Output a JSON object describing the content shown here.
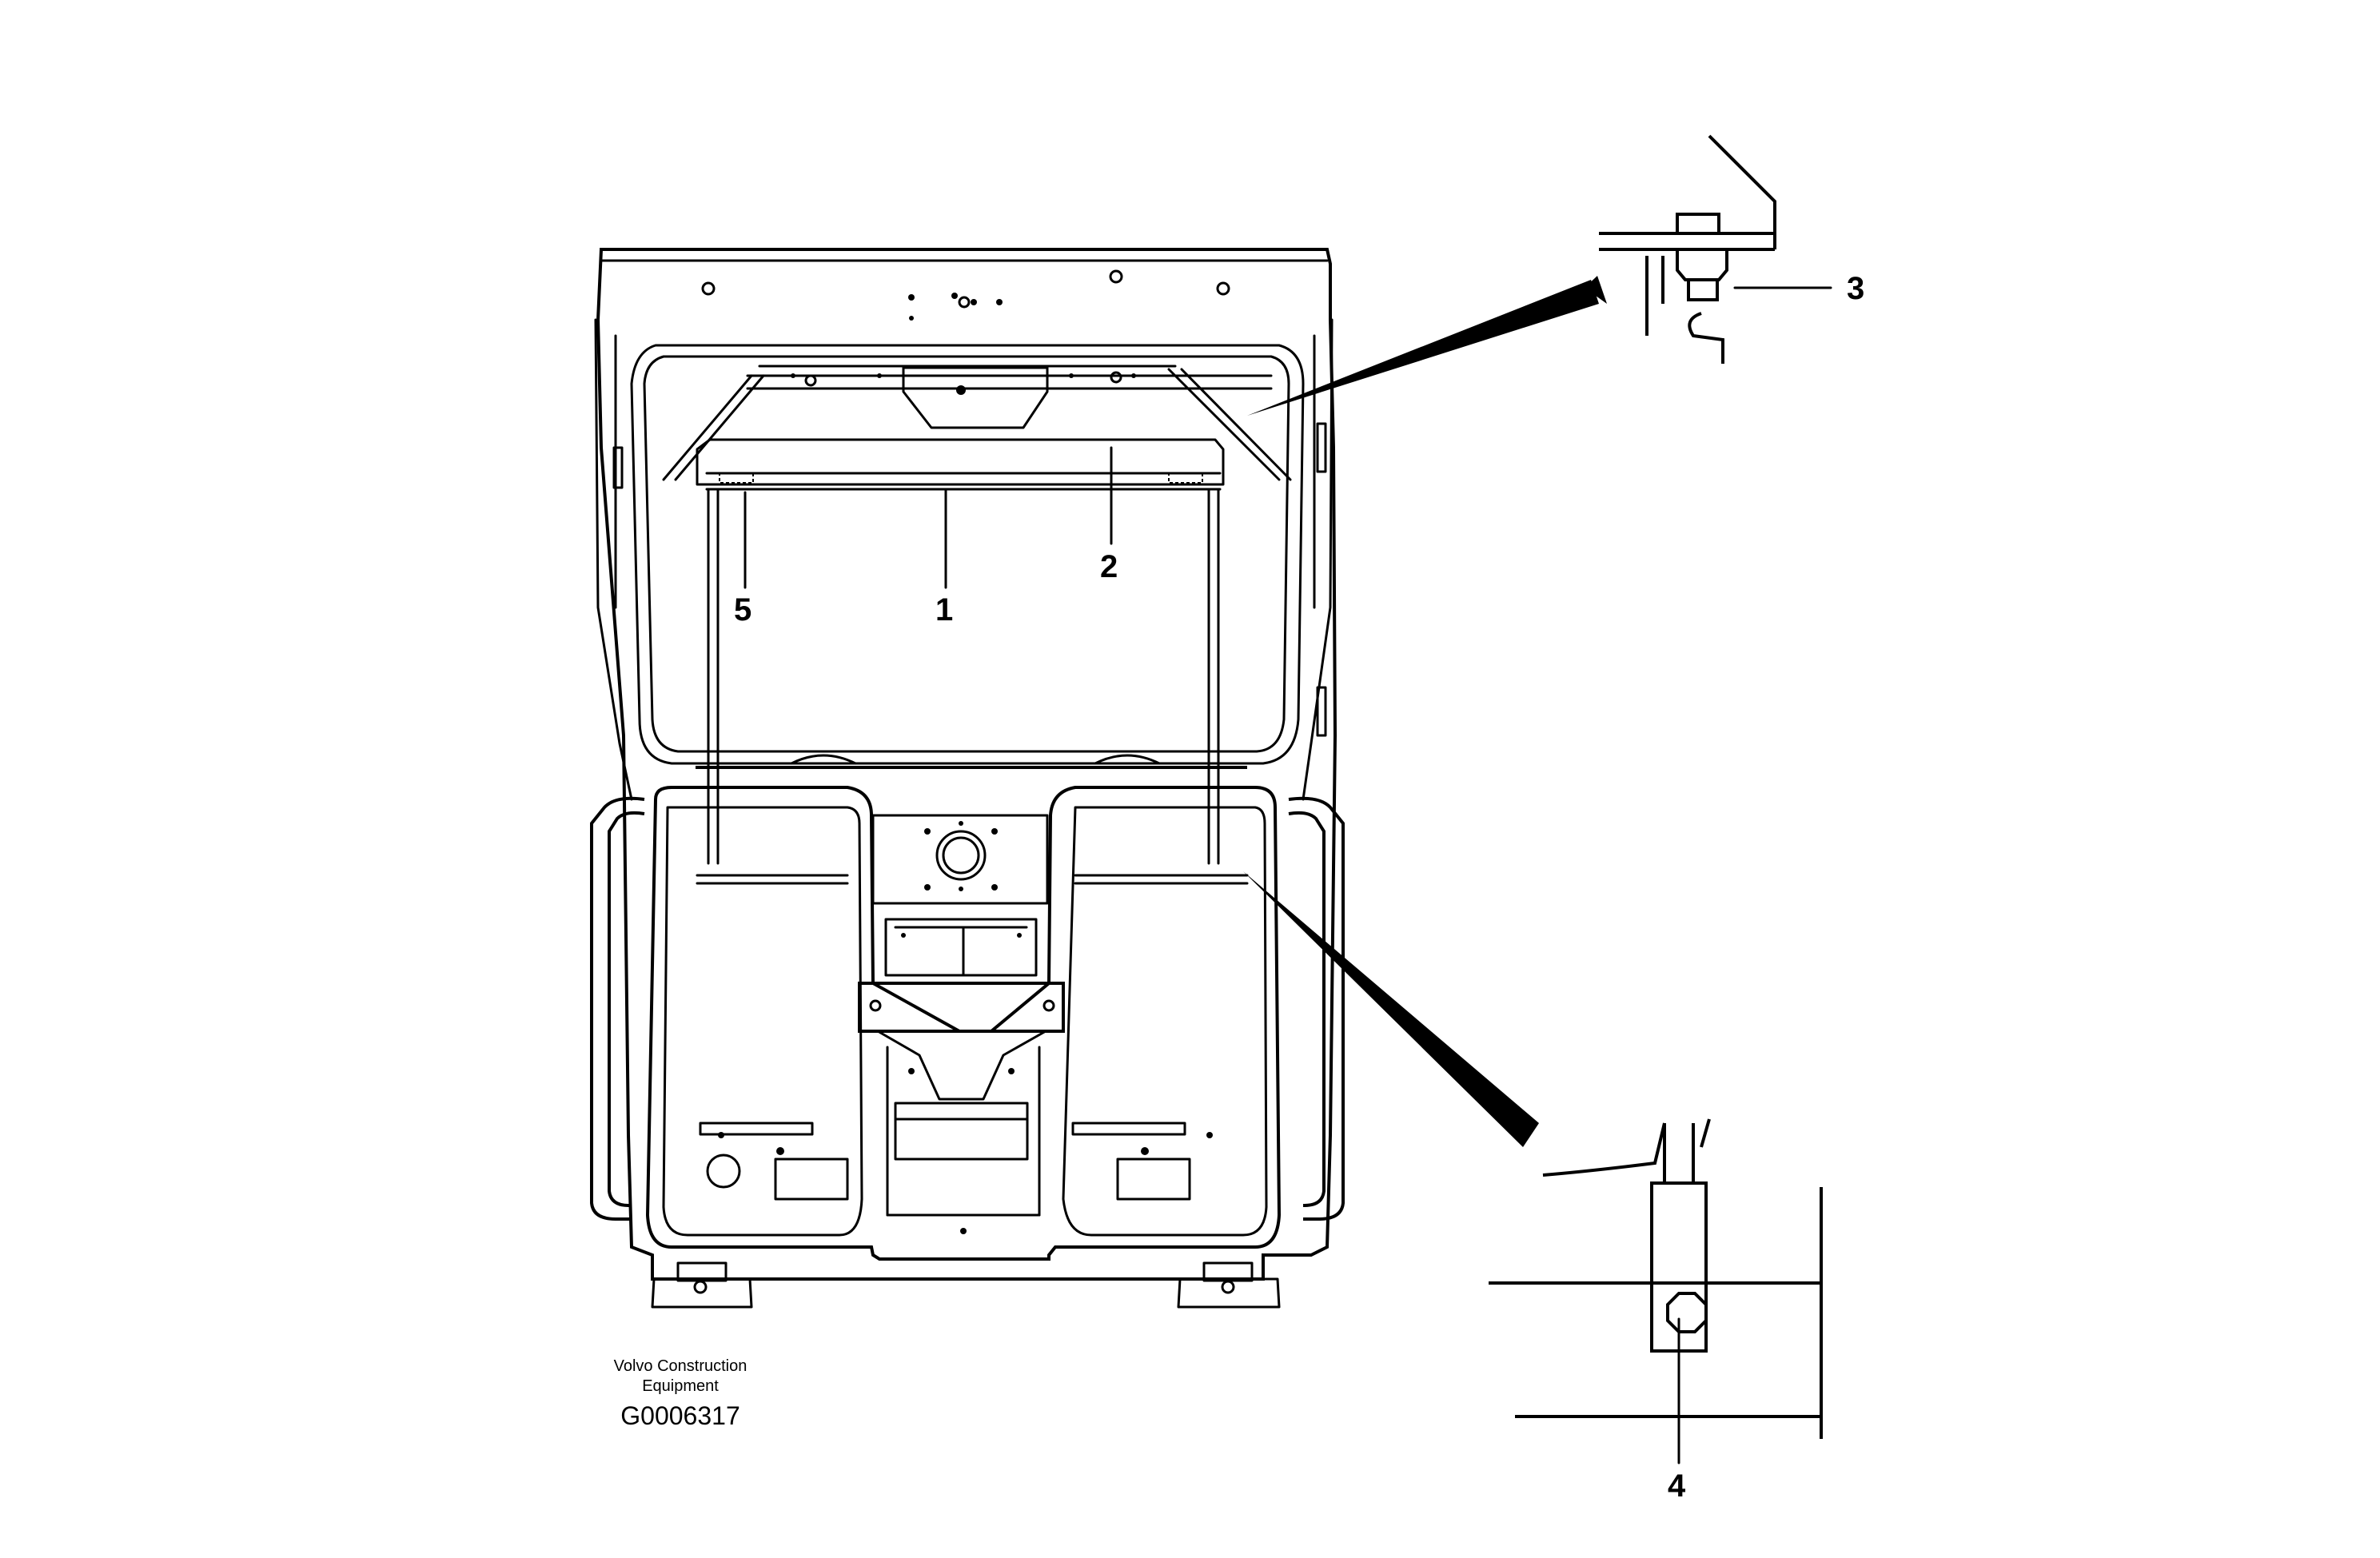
{
  "callouts": {
    "c1": "1",
    "c2": "2",
    "c3": "3",
    "c4": "4",
    "c5": "5"
  },
  "caption": {
    "line1": "Volvo Construction",
    "line2": "Equipment",
    "code": "G0006317"
  },
  "colors": {
    "ink": "#000000",
    "background": "#ffffff"
  }
}
